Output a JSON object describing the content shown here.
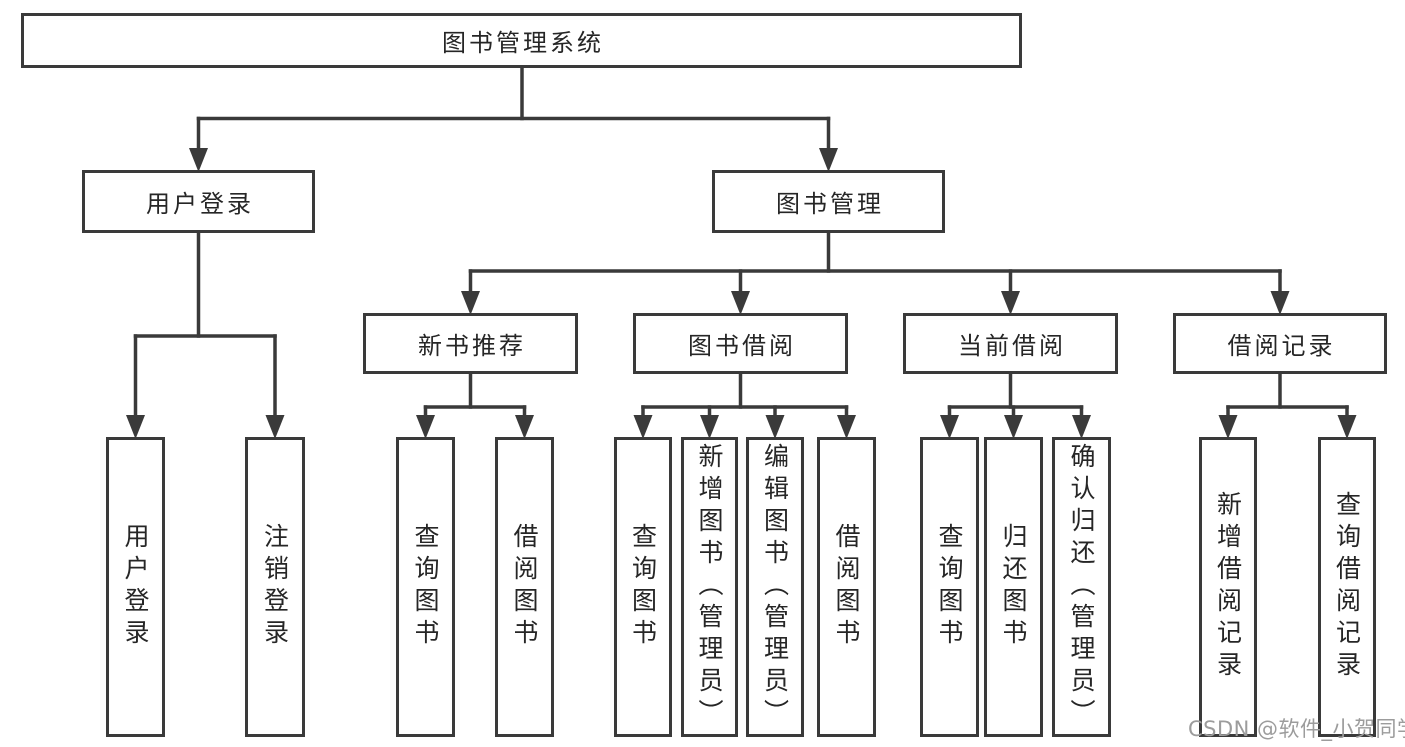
{
  "diagram_title": "图书管理系统",
  "nodes": {
    "root": "图书管理系统",
    "user_login": "用户登录",
    "book_management": "图书管理",
    "new_book_recommend": "新书推荐",
    "book_borrowing": "图书借阅",
    "current_borrowing": "当前借阅",
    "borrow_records": "借阅记录",
    "ul_user_login": "用户登录",
    "ul_logout": "注销登录",
    "nr_query_books": "查询图书",
    "nr_borrow_books": "借阅图书",
    "bb_query_books": "查询图书",
    "bb_add_books_admin": "新增图书（管理员）",
    "bb_edit_books_admin": "编辑图书（管理员）",
    "bb_borrow_books": "借阅图书",
    "cb_query_books": "查询图书",
    "cb_return_books": "归还图书",
    "cb_confirm_return_admin": "确认归还（管理员）",
    "br_add_record": "新增借阅记录",
    "br_query_record": "查询借阅记录"
  },
  "watermark": "CSDN @软件_小贺同学",
  "colors": {
    "line": "#3a3a3a",
    "text": "#262626",
    "box-bg": "#ffffff",
    "page-bg": "#ffffff",
    "watermark": "#9c9c9c"
  }
}
